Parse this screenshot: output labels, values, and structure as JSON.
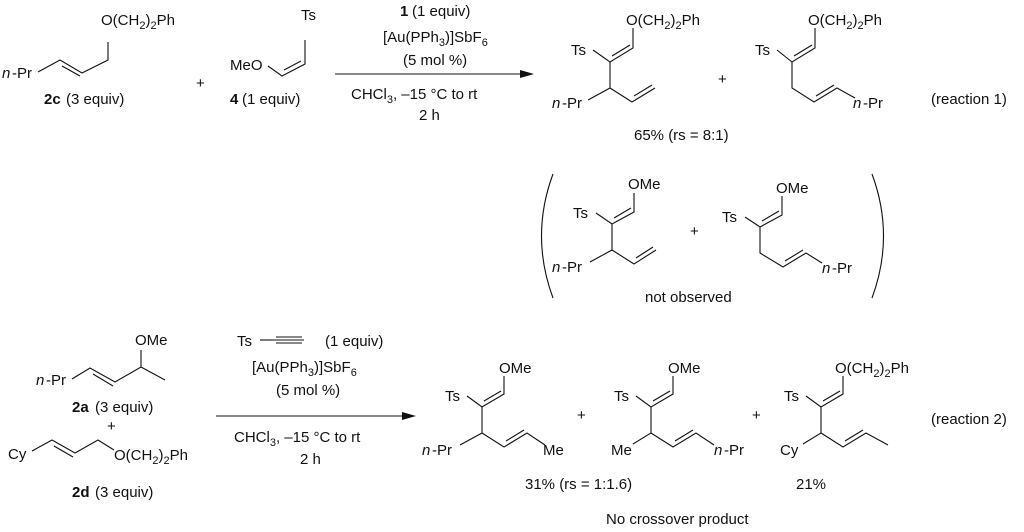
{
  "reaction1": {
    "label": "(reaction 1)",
    "reactant_a": {
      "id": "2c",
      "equiv": "(3 equiv)",
      "substituent": "O(CH2)2Ph",
      "left_group": "n-Pr"
    },
    "reactant_b": {
      "id": "4",
      "equiv": "(1 equiv)",
      "left_group": "MeO",
      "right_group": "Ts"
    },
    "plus": "+",
    "conditions": {
      "reagent_id": "1",
      "reagent_equiv": "(1 equiv)",
      "catalyst": "[Au(PPh3)]SbF6",
      "loading": "(5 mol %)",
      "solvent_temp": "CHCl3, –15 °C to rt",
      "time": "2 h"
    },
    "product_1": {
      "ts": "Ts",
      "ether": "O(CH2)2Ph",
      "alkyl": "n-Pr"
    },
    "product_2": {
      "ts": "Ts",
      "ether": "O(CH2)2Ph",
      "alkyl": "n-Pr"
    },
    "yield": "65% (rs = 8:1)",
    "not_observed": {
      "product_1": {
        "ts": "Ts",
        "ether": "OMe",
        "alkyl": "n-Pr"
      },
      "product_2": {
        "ts": "Ts",
        "ether": "OMe",
        "alkyl": "n-Pr"
      },
      "caption": "not observed"
    }
  },
  "reaction2": {
    "label": "(reaction 2)",
    "reactant_a": {
      "id": "2a",
      "equiv": "(3 equiv)",
      "ether": "OMe",
      "left_group": "n-Pr"
    },
    "reactant_b": {
      "id": "2d",
      "equiv": "(3 equiv)",
      "ether": "O(CH2)2Ph",
      "left_group": "Cy"
    },
    "plus": "+",
    "conditions": {
      "reagent": "Ts",
      "reagent_equiv": "(1 equiv)",
      "catalyst": "[Au(PPh3)]SbF6",
      "loading": "(5 mol %)",
      "solvent_temp": "CHCl3, –15 °C to rt",
      "time": "2 h"
    },
    "product_1": {
      "ts": "Ts",
      "ether": "OMe",
      "alkyl": "n-Pr",
      "end": "Me"
    },
    "product_2": {
      "ts": "Ts",
      "ether": "OMe",
      "alkyl": "Me",
      "end": "n-Pr"
    },
    "product_3": {
      "ts": "Ts",
      "ether": "O(CH2)2Ph",
      "alkyl": "Cy"
    },
    "yield_12": "31% (rs = 1:1.6)",
    "yield_3": "21%",
    "note": "No crossover product"
  }
}
